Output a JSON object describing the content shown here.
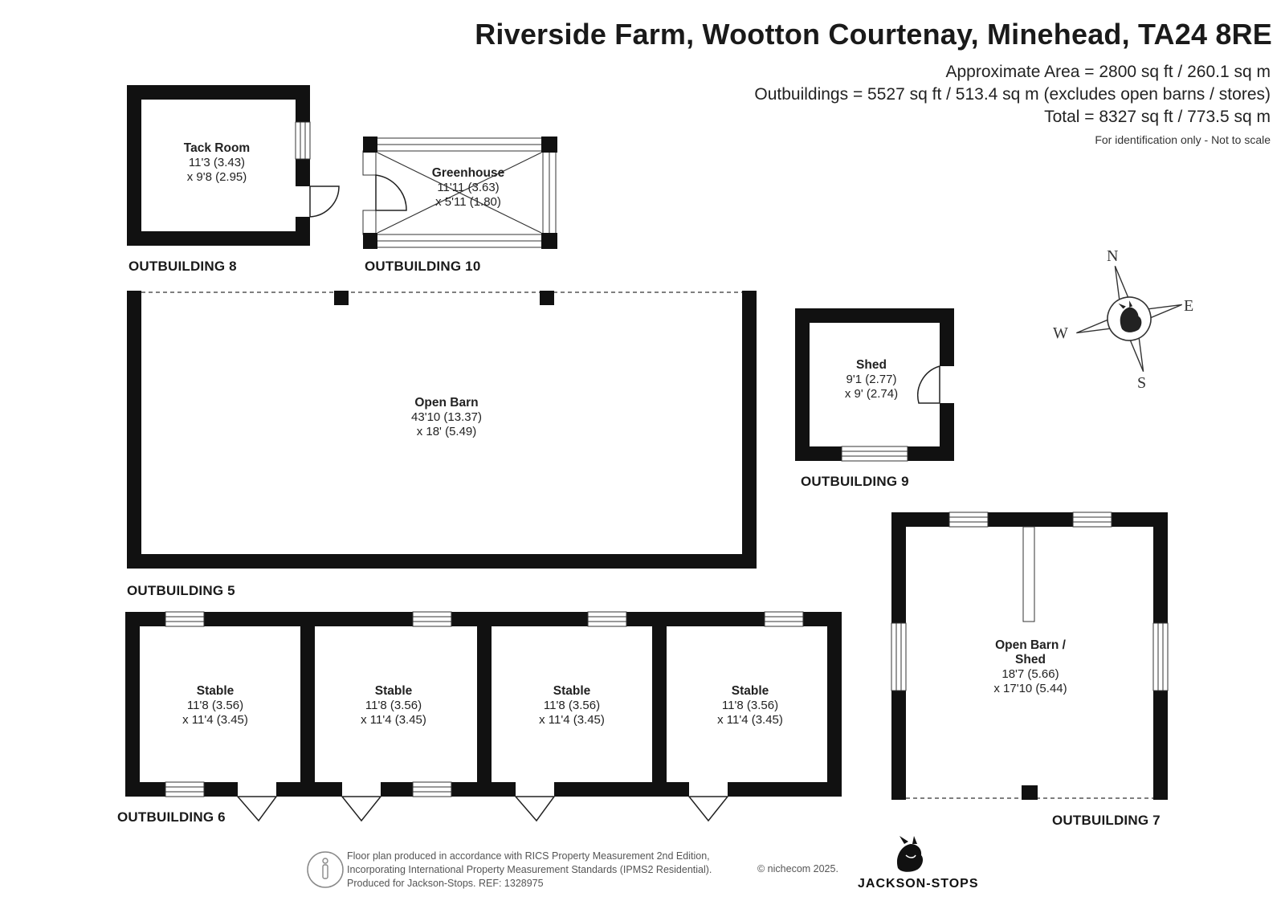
{
  "header": {
    "title": "Riverside Farm, Wootton Courtenay, Minehead, TA24 8RE",
    "area_main": "Approximate Area = 2800 sq ft / 260.1 sq m",
    "area_outbuildings": "Outbuildings = 5527 sq ft / 513.4 sq m (excludes open barns / stores)",
    "area_total": "Total = 8327 sq ft / 773.5 sq m",
    "disclaimer": "For identification only - Not to scale"
  },
  "outbuildings": {
    "ob8": {
      "label": "OUTBUILDING 8",
      "room": {
        "name": "Tack Room",
        "dim1": "11'3 (3.43)",
        "dim2": "x 9'8 (2.95)"
      }
    },
    "ob10": {
      "label": "OUTBUILDING 10",
      "room": {
        "name": "Greenhouse",
        "dim1": "11'11 (3.63)",
        "dim2": "x 5'11 (1.80)"
      }
    },
    "ob5": {
      "label": "OUTBUILDING 5",
      "room": {
        "name": "Open Barn",
        "dim1": "43'10 (13.37)",
        "dim2": "x 18' (5.49)"
      }
    },
    "ob9": {
      "label": "OUTBUILDING 9",
      "room": {
        "name": "Shed",
        "dim1": "9'1 (2.77)",
        "dim2": "x 9' (2.74)"
      }
    },
    "ob6": {
      "label": "OUTBUILDING 6",
      "rooms": [
        {
          "name": "Stable",
          "dim1": "11'8 (3.56)",
          "dim2": "x 11'4 (3.45)"
        },
        {
          "name": "Stable",
          "dim1": "11'8 (3.56)",
          "dim2": "x 11'4 (3.45)"
        },
        {
          "name": "Stable",
          "dim1": "11'8 (3.56)",
          "dim2": "x 11'4 (3.45)"
        },
        {
          "name": "Stable",
          "dim1": "11'8 (3.56)",
          "dim2": "x 11'4 (3.45)"
        }
      ]
    },
    "ob7": {
      "label": "OUTBUILDING 7",
      "room": {
        "name_line1": "Open Barn /",
        "name_line2": "Shed",
        "dim1": "18'7 (5.66)",
        "dim2": "x 17'10 (5.44)"
      }
    }
  },
  "compass": {
    "n": "N",
    "e": "E",
    "s": "S",
    "w": "W"
  },
  "footer": {
    "line1": "Floor plan produced in accordance with RICS Property Measurement 2nd Edition,",
    "line2": "Incorporating International Property Measurement Standards (IPMS2 Residential).",
    "line3": "Produced for Jackson-Stops.   REF:  1328975",
    "copyright": "© nichecom 2025.",
    "brand": "JACKSON-STOPS"
  },
  "colors": {
    "wall": "#111111",
    "window": "#ffffff",
    "text": "#222222"
  }
}
